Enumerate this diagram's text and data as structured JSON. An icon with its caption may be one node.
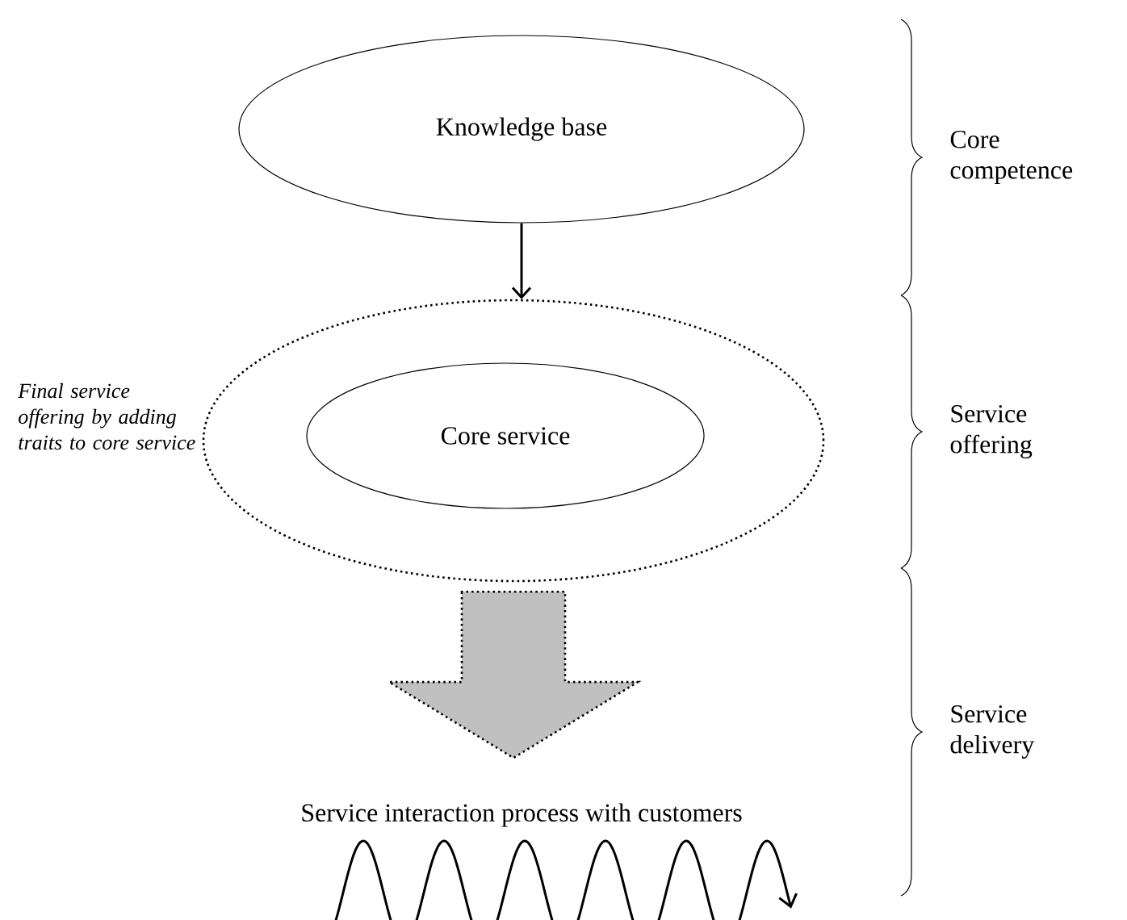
{
  "diagram": {
    "nodes": [
      {
        "text": [
          "Knowledge base"
        ]
      },
      {
        "text": [],
        "shape": "ellipse",
        "beside": [
          "Final service offering by adding traits to core service"
        ]
      },
      {
        "text": [
          "Core service"
        ],
        "in": 1
      },
      {
        "text": [
          "Service interaction process with customers"
        ]
      }
    ],
    "edges": [
      {
        "from": 0,
        "to": 1,
        "arrow": "to"
      },
      {
        "from": 1,
        "to": 3,
        "arrow": "to",
        "style": "thick"
      }
    ],
    "labels": [
      "Core competence",
      "Service offering",
      "Service delivery"
    ]
  }
}
